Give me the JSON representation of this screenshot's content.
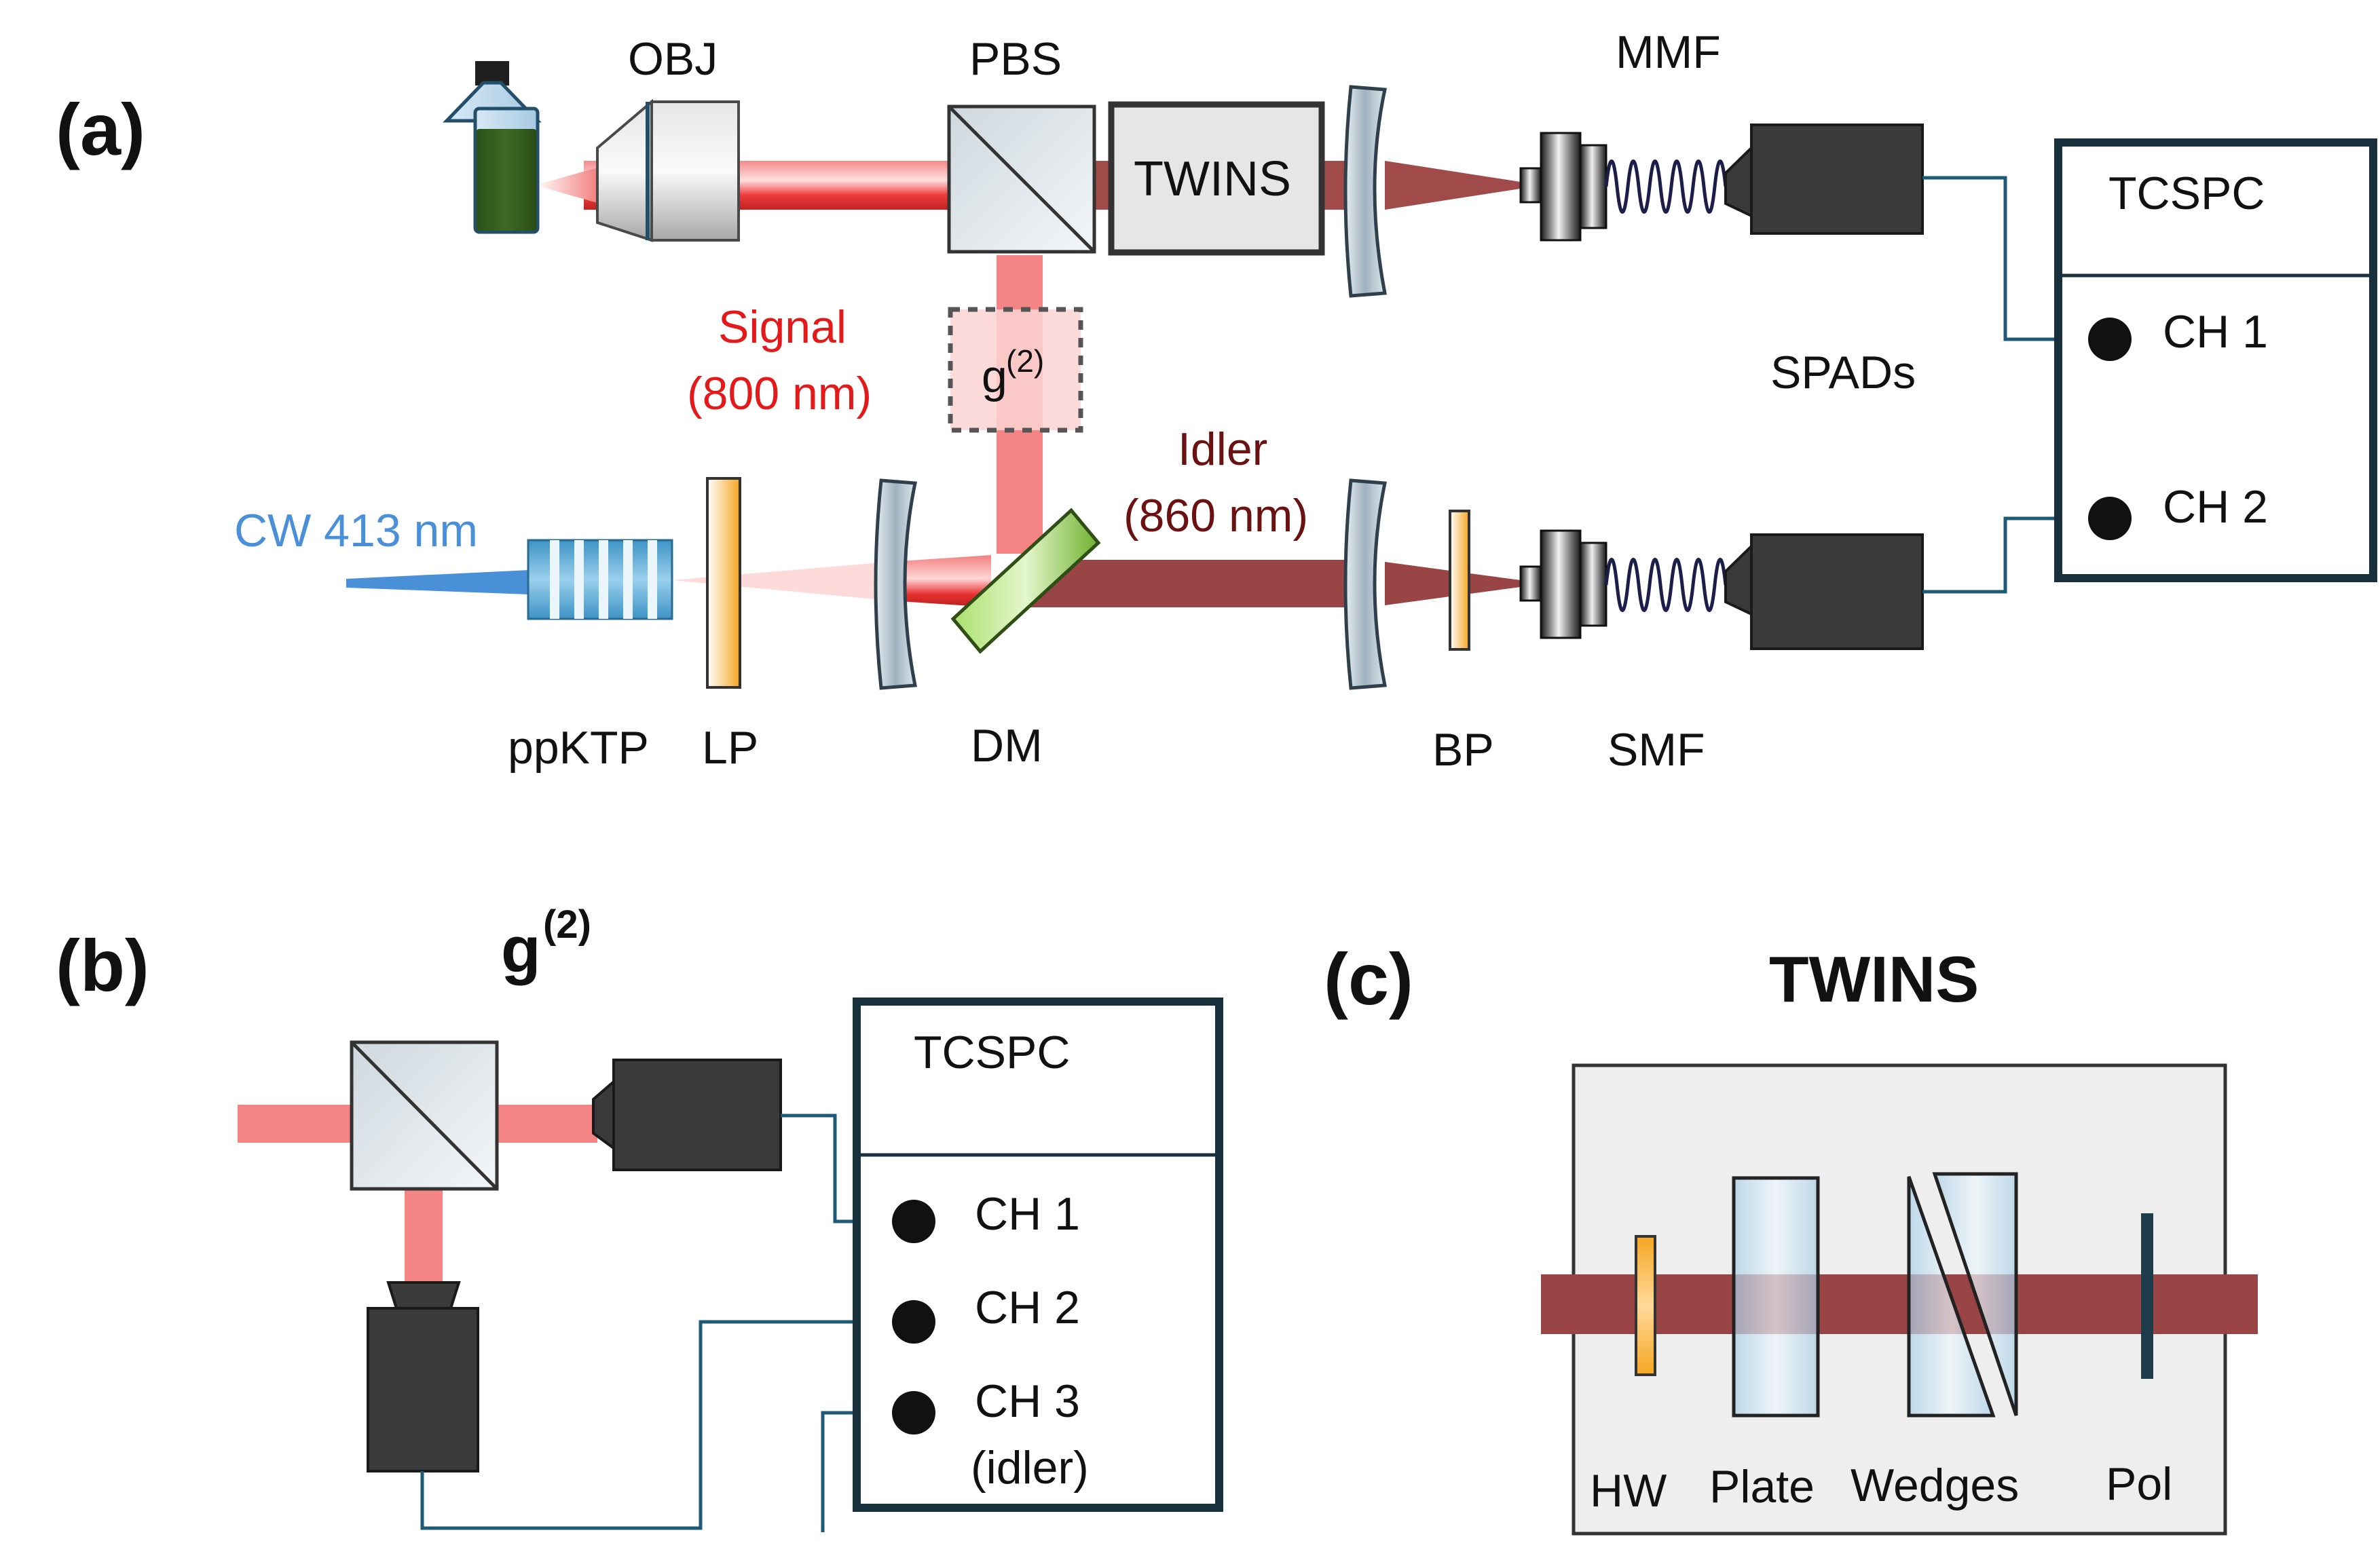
{
  "colors": {
    "signal": "#e41a1a",
    "idler": "#6b1111",
    "pump": "#4a90d9",
    "beam_red": "#f07d7d",
    "beam_idler": "#9a4545",
    "detector": "#3a3a3a",
    "cable": "#1e5a78",
    "dm_green": "#8fd14f",
    "filter_orange": "#f5a623",
    "sample_green": "#2e5a1a"
  },
  "icons": [
    "sample-vial-icon",
    "objective-icon",
    "beam-splitter-cube-icon",
    "lens-icon",
    "fiber-coupler-icon",
    "fiber-coil-icon",
    "spad-detector-icon",
    "crystal-icon",
    "filter-icon",
    "dichroic-mirror-icon",
    "wedge-icon",
    "polarizer-icon"
  ],
  "panel_a": {
    "tag": "(a)",
    "labels": {
      "obj": "OBJ",
      "pbs": "PBS",
      "twins": "TWINS",
      "mmf": "MMF",
      "tcspc": "TCSPC",
      "ch1": "CH 1",
      "ch2": "CH 2",
      "spads": "SPADs",
      "signal": "Signal",
      "signal_wl": "(800 nm)",
      "g2_base": "g",
      "g2_sup": "(2)",
      "idler": "Idler",
      "idler_wl": "(860 nm)",
      "pump": "CW 413 nm",
      "ppktp": "ppKTP",
      "lp": "LP",
      "dm": "DM",
      "bp": "BP",
      "smf": "SMF"
    }
  },
  "panel_b": {
    "tag": "(b)",
    "title_base": "g",
    "title_sup": "(2)",
    "labels": {
      "tcspc": "TCSPC",
      "ch1": "CH 1",
      "ch2": "CH 2",
      "ch3": "CH 3",
      "ch3_note": "(idler)"
    }
  },
  "panel_c": {
    "tag": "(c)",
    "title": "TWINS",
    "labels": {
      "hw": "HW",
      "plate": "Plate",
      "wedges": "Wedges",
      "pol": "Pol"
    }
  }
}
